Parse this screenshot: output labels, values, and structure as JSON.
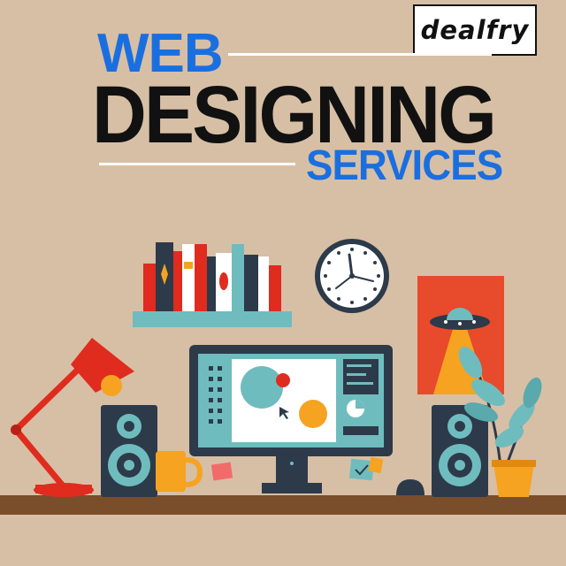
{
  "logo": {
    "text": "dealfry"
  },
  "headline": {
    "line1": "WEB",
    "line2": "DESIGNING",
    "line3": "SERVICES"
  },
  "colors": {
    "background": "#d7bfa5",
    "accent_blue": "#1a6fe0",
    "text_dark": "#111111",
    "desk": "#7a4e2a",
    "lamp_red": "#e02b1f",
    "monitor_dark": "#2d3a4a",
    "screen_teal": "#6fbcbf",
    "orange": "#f5a320"
  },
  "scene": {
    "objects": [
      "bookshelf",
      "wall-clock",
      "poster-ufo",
      "desk-lamp",
      "speaker-left",
      "speaker-right",
      "monitor",
      "mug",
      "plant",
      "mouse",
      "sticky-notes",
      "desk"
    ]
  }
}
